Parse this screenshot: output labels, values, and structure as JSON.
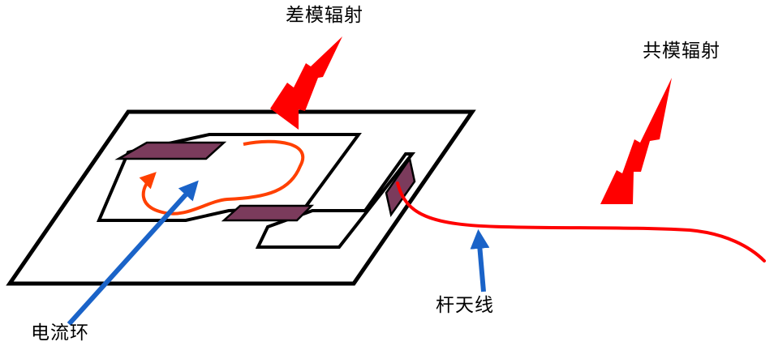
{
  "labels": {
    "differential_mode_radiation": "差模辐射",
    "common_mode_radiation": "共模辐射",
    "rod_antenna": "杆天线",
    "current_loop": "电流环"
  },
  "colors": {
    "board_outline": "#000000",
    "pad_fill": "#7b3b5c",
    "current_path": "#ff4000",
    "rod_antenna_wire": "#ff0000",
    "radiation_bolt": "#ff0000",
    "pointer_arrow": "#1a63c8"
  }
}
